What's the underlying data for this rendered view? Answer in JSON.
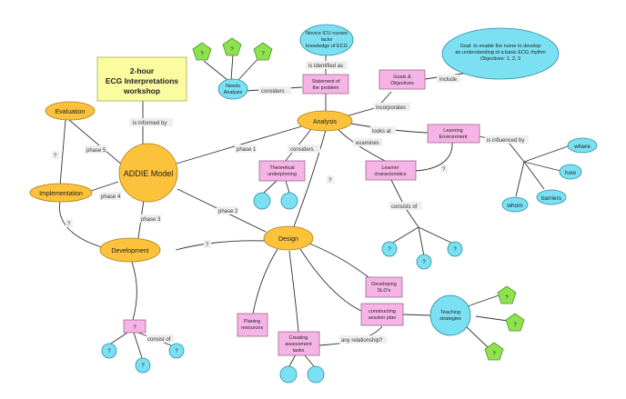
{
  "title": [
    "2-hour",
    "ECG Interpretations",
    "workshop"
  ],
  "nodes": {
    "addie": "ADDIE Model",
    "analysis": "Analysis",
    "design": "Design",
    "development": "Development",
    "implementation": "Implementation",
    "evaluation": "Evaluation",
    "needs": [
      "Needs",
      "Analysis"
    ],
    "statement": [
      "Statement of",
      "the problem"
    ],
    "novice": [
      "Novice ICU nurses",
      "lacks",
      "knowledge of ECG"
    ],
    "goal": [
      "Goal: to enable the nurse to develop",
      "an understanding of a basic ECG rhythm",
      "Objectives: 1, 2, 3"
    ],
    "goals_obj": [
      "Goals &",
      "Objectives"
    ],
    "learning_env": [
      "Learning",
      "Environment"
    ],
    "learner": [
      "Learner",
      "characteristics"
    ],
    "theoretical": [
      "Theoretical",
      "underpinning"
    ],
    "where": "where",
    "how": "how",
    "whom": "whom",
    "barriers": "barriers",
    "developing": [
      "Developing",
      "SLO's"
    ],
    "constructing": [
      "constructing",
      "session plan"
    ],
    "teaching": [
      "Teaching",
      "strategies"
    ],
    "planing": [
      "Planing",
      "resources"
    ],
    "creating": [
      "Creating",
      "assessment",
      "tasks"
    ],
    "dev_q": "?",
    "q": "?"
  },
  "links": {
    "informed": "is informed by",
    "phase1": "phase 1",
    "phase2": "phase 2",
    "phase3": "phase 3",
    "phase4": "phase 4",
    "phase5": "phase 5",
    "considers_needs": "considers",
    "identified": "is identified as",
    "include": "include",
    "incorporates": "incorporates",
    "looks_at": "looks at",
    "influenced": "is influenced by",
    "examines": "examines",
    "considers_theory": "considers",
    "consists": "consists of",
    "consist_of": "consist of",
    "any_rel": "any relationship?",
    "q": "?"
  },
  "colors": {
    "orange": "#fcc23c",
    "pink": "#f6b4e6",
    "cyan": "#7ae0f2",
    "green": "#8ee24e",
    "yellow": "#fbfba0"
  }
}
